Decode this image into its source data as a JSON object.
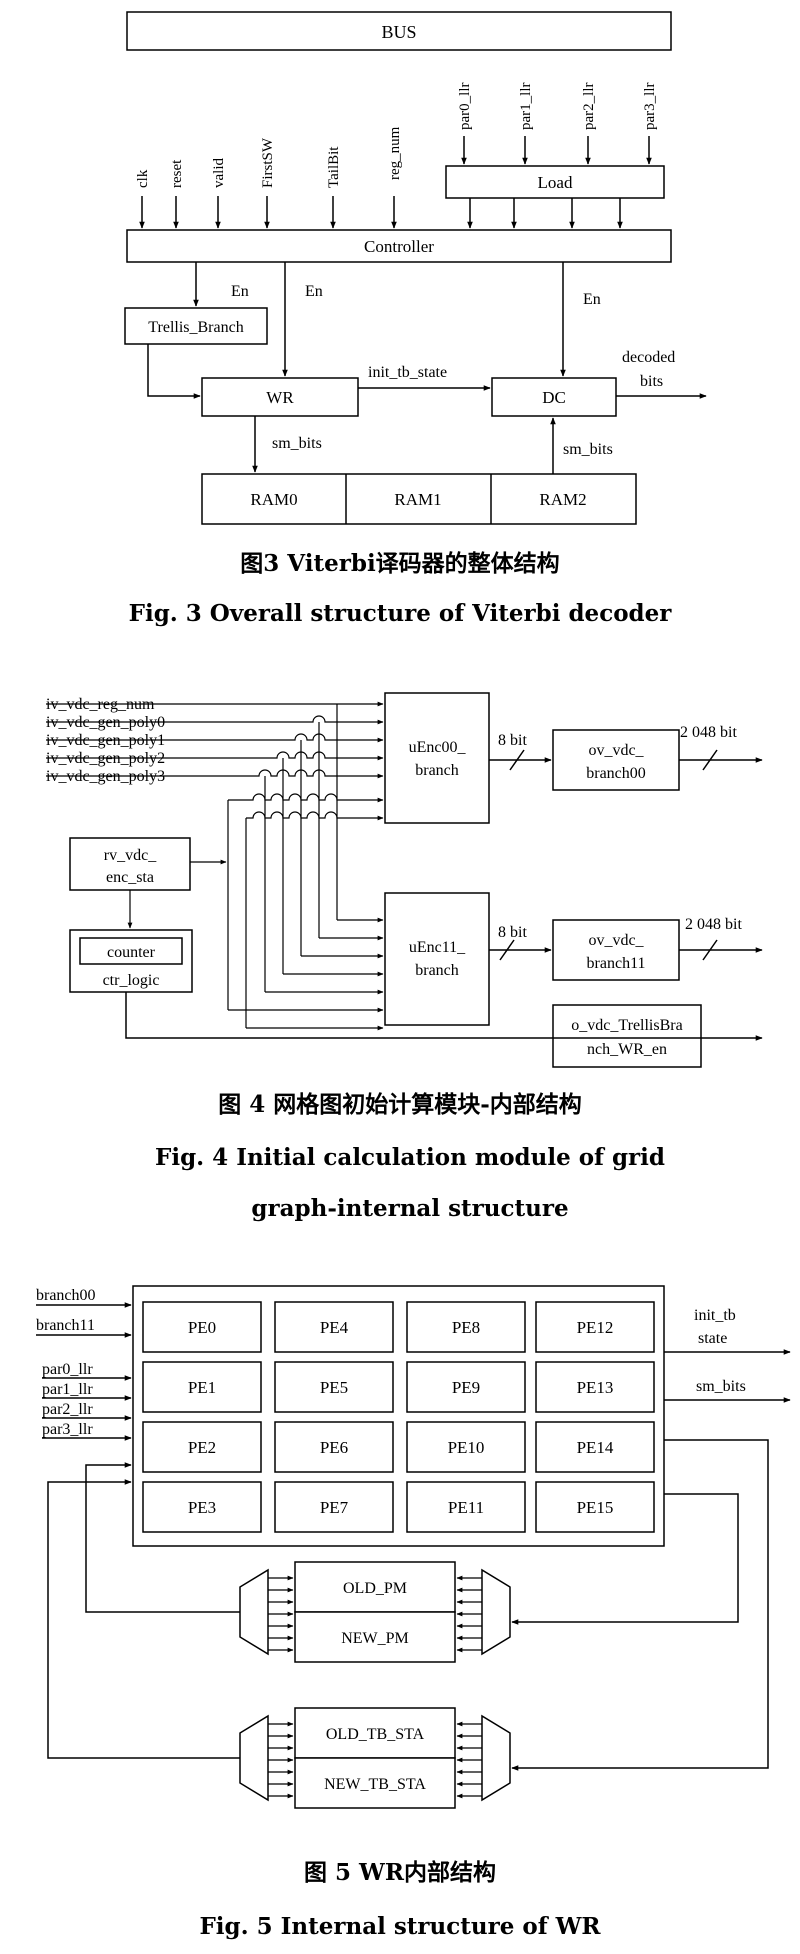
{
  "fig3": {
    "bus": "BUS",
    "controller": "Controller",
    "load": "Load",
    "trellis_branch": "Trellis_Branch",
    "wr": "WR",
    "dc": "DC",
    "ram0": "RAM0",
    "ram1": "RAM1",
    "ram2": "RAM2",
    "inputs": [
      "clk",
      "reset",
      "valid",
      "FirstSW",
      "TailBit",
      "reg_num"
    ],
    "par_inputs": [
      "par0_llr",
      "par1_llr",
      "par2_llr",
      "par3_llr"
    ],
    "en": "En",
    "init_tb_state": "init_tb_state",
    "sm_bits": "sm_bits",
    "decoded_1": "decoded",
    "decoded_2": "bits",
    "caption_cn": "图3 Viterbi译码器的整体结构",
    "caption_en": "Fig. 3 Overall structure of Viterbi decoder"
  },
  "fig4": {
    "inputs": [
      "iv_vdc_reg_num",
      "iv_vdc_gen_poly0",
      "iv_vdc_gen_poly1",
      "iv_vdc_gen_poly2",
      "iv_vdc_gen_poly3"
    ],
    "enc_sta_1": "rv_vdc_",
    "enc_sta_2": "enc_sta",
    "counter": "counter",
    "ctr_logic": "ctr_logic",
    "uenc00_1": "uEnc00_",
    "uenc00_2": "branch",
    "uenc11_1": "uEnc11_",
    "uenc11_2": "branch",
    "ov00_1": "ov_vdc_",
    "ov00_2": "branch00",
    "ov11_1": "ov_vdc_",
    "ov11_2": "branch11",
    "wr_en_1": "o_vdc_TrellisBra",
    "wr_en_2": "nch_WR_en",
    "bus8": "8 bit",
    "bus2048": "2 048 bit",
    "caption_cn": "图 4 网格图初始计算模块-内部结构",
    "caption_en_1": "Fig. 4 Initial calculation module of grid",
    "caption_en_2": "graph-internal structure"
  },
  "fig5": {
    "inputs": [
      "branch00",
      "branch11",
      "par0_llr",
      "par1_llr",
      "par2_llr",
      "par3_llr"
    ],
    "pes": [
      "PE0",
      "PE4",
      "PE8",
      "PE12",
      "PE1",
      "PE5",
      "PE9",
      "PE13",
      "PE2",
      "PE6",
      "PE10",
      "PE14",
      "PE3",
      "PE7",
      "PE11",
      "PE15"
    ],
    "out_init_1": "init_tb",
    "out_init_2": "state",
    "out_sm": "sm_bits",
    "old_pm": "OLD_PM",
    "new_pm": "NEW_PM",
    "old_tb": "OLD_TB_STA",
    "new_tb": "NEW_TB_STA",
    "caption_cn": "图 5 WR内部结构",
    "caption_en": "Fig. 5 Internal structure of WR"
  }
}
